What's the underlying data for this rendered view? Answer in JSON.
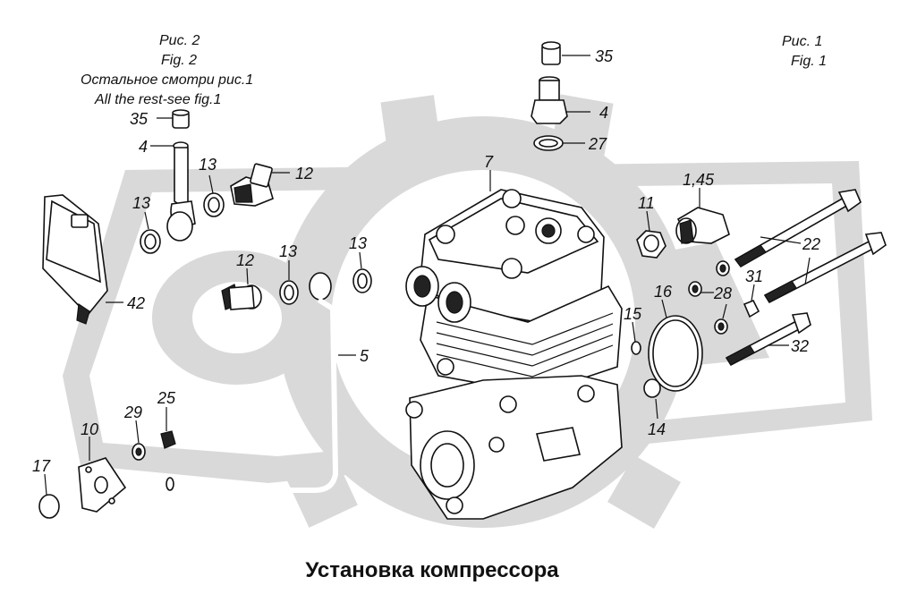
{
  "title": "Установка компрессора",
  "figure_notes": {
    "fig2_ru": "Рис. 2",
    "fig2_en": "Fig. 2",
    "rest_ru": "Остальное смотри рис.1",
    "rest_en": "All the rest-see fig.1",
    "fig1_ru": "Рис. 1",
    "fig1_en": "Fig. 1"
  },
  "callouts": {
    "c35a": "35",
    "c4a": "4",
    "c13a": "13",
    "c12a": "12",
    "c13b": "13",
    "c42": "42",
    "c12b": "12",
    "c13c": "13",
    "c13d": "13",
    "c5": "5",
    "c29": "29",
    "c25": "25",
    "c10": "10",
    "c17": "17",
    "c35b": "35",
    "c4b": "4",
    "c27": "27",
    "c7": "7",
    "c11": "11",
    "c145": "1,45",
    "c22": "22",
    "c31": "31",
    "c28": "28",
    "c16": "16",
    "c15": "15",
    "c32": "32",
    "c14": "14"
  },
  "colors": {
    "watermark": "#d9d9d9",
    "ink": "#111111"
  }
}
